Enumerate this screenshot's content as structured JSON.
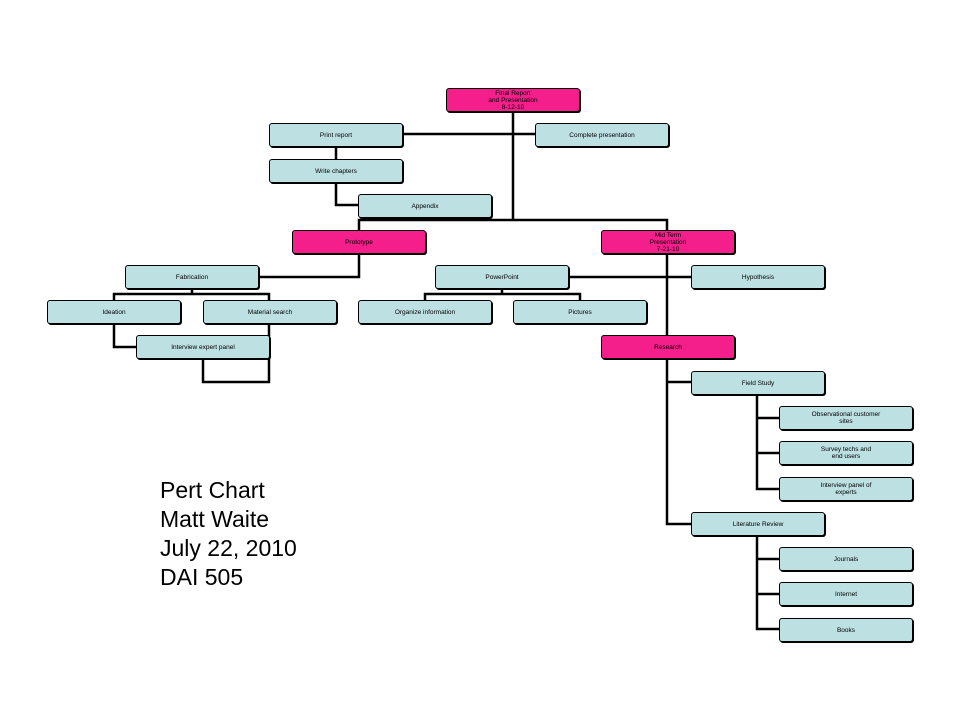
{
  "colors": {
    "milestone": "#f41f8a",
    "task": "#bde0e3",
    "line": "#000000"
  },
  "nodes": {
    "final_report": "Final Report\nand Presentation\n8-12-10",
    "print_report": "Print report",
    "complete_presentation": "Complete presentation",
    "write_chapters": "Write chapters",
    "appendix": "Appendix",
    "prototype": "Prototype",
    "mid_term": "Mid Term\nPresentation\n7-21-10",
    "fabrication": "Fabrication",
    "powerpoint": "PowerPoint",
    "hypothesis": "Hypothesis",
    "ideation": "Ideation",
    "material_search": "Material search",
    "organize_information": "Organize information",
    "pictures": "Pictures",
    "interview_expert_panel": "Interview expert panel",
    "research": "Research",
    "field_study": "Field Study",
    "observational_customer_sites": "Observational customer\nsites",
    "survey_techs": "Survey techs and\nend users",
    "interview_panel_experts": "Interview panel of\nexperts",
    "literature_review": "Literature Review",
    "journals": "Journals",
    "internet": "Internet",
    "books": "Books"
  },
  "caption": {
    "title": "Pert Chart",
    "author": "Matt Waite",
    "date": "July 22, 2010",
    "course": "DAI 505"
  }
}
